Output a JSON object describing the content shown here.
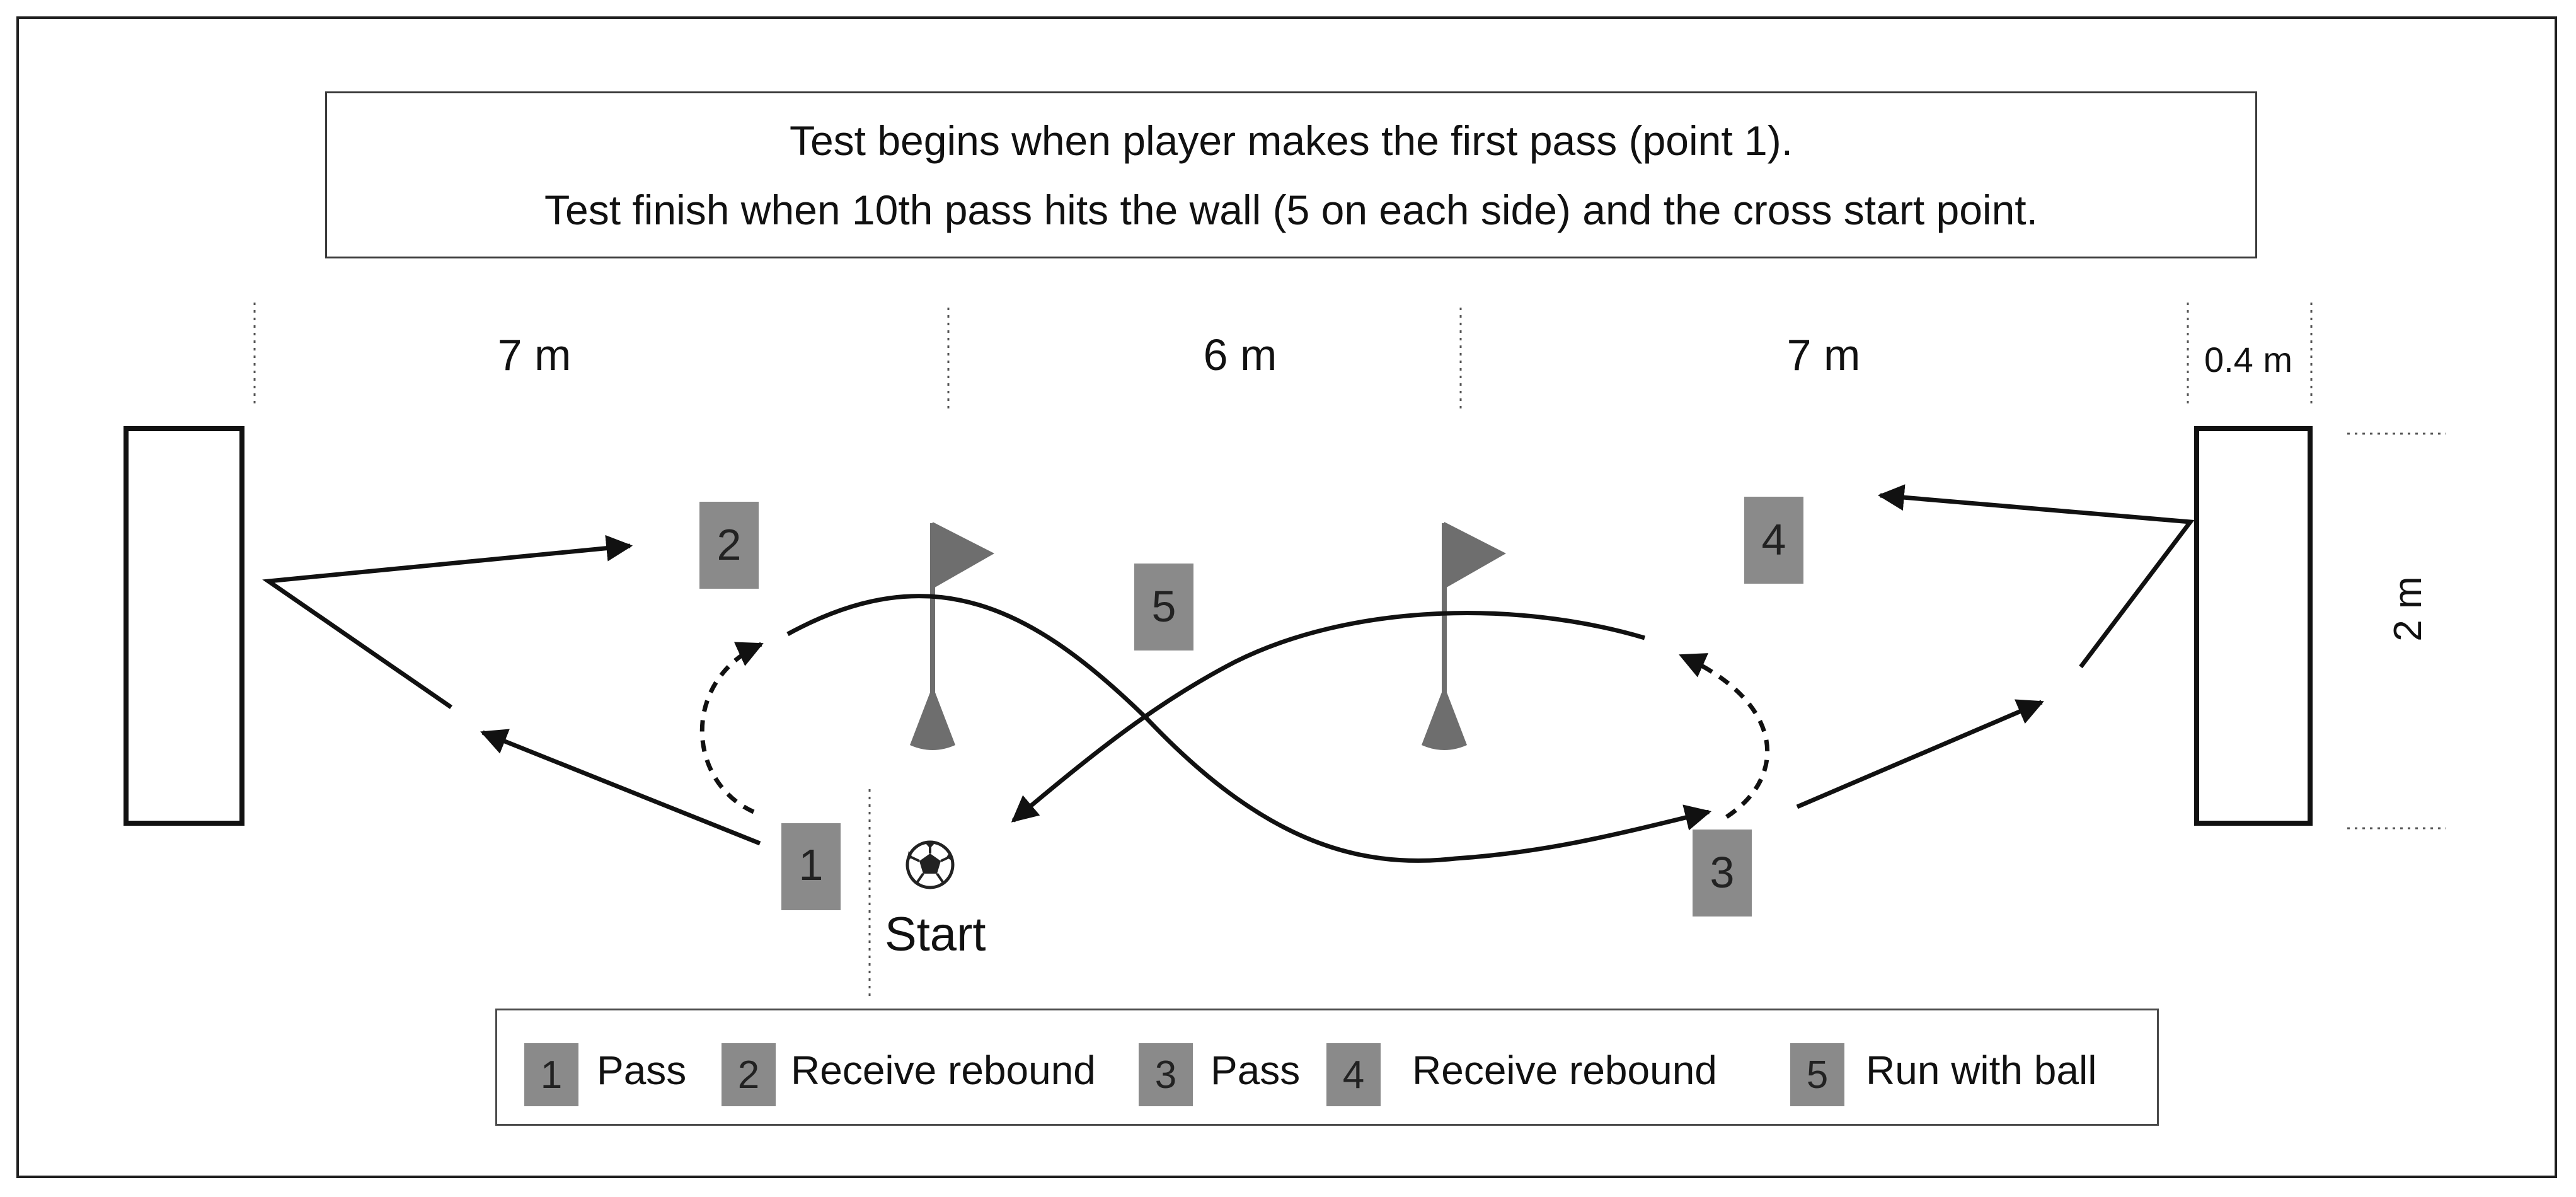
{
  "instructions": {
    "line1": "Test begins when player makes the first pass (point 1).",
    "line2": "Test finish when 10th pass hits the wall (5 on each side) and the cross start point."
  },
  "dimensions": {
    "left_gap": "7 m",
    "center_gap": "6 m",
    "right_gap": "7 m",
    "wall_thickness": "0.4 m",
    "wall_height": "2 m"
  },
  "markers": [
    "1",
    "2",
    "3",
    "4",
    "5"
  ],
  "start_label": "Start",
  "ball_icon": "soccer-ball-icon",
  "legend": [
    {
      "num": "1",
      "label": "Pass"
    },
    {
      "num": "2",
      "label": "Receive rebound"
    },
    {
      "num": "3",
      "label": "Pass"
    },
    {
      "num": "4",
      "label": "Receive rebound"
    },
    {
      "num": "5",
      "label": "Run with ball"
    }
  ],
  "colors": {
    "marker_fill": "#8a8a8a",
    "flag": "#6e6e6e",
    "line": "#111111"
  }
}
